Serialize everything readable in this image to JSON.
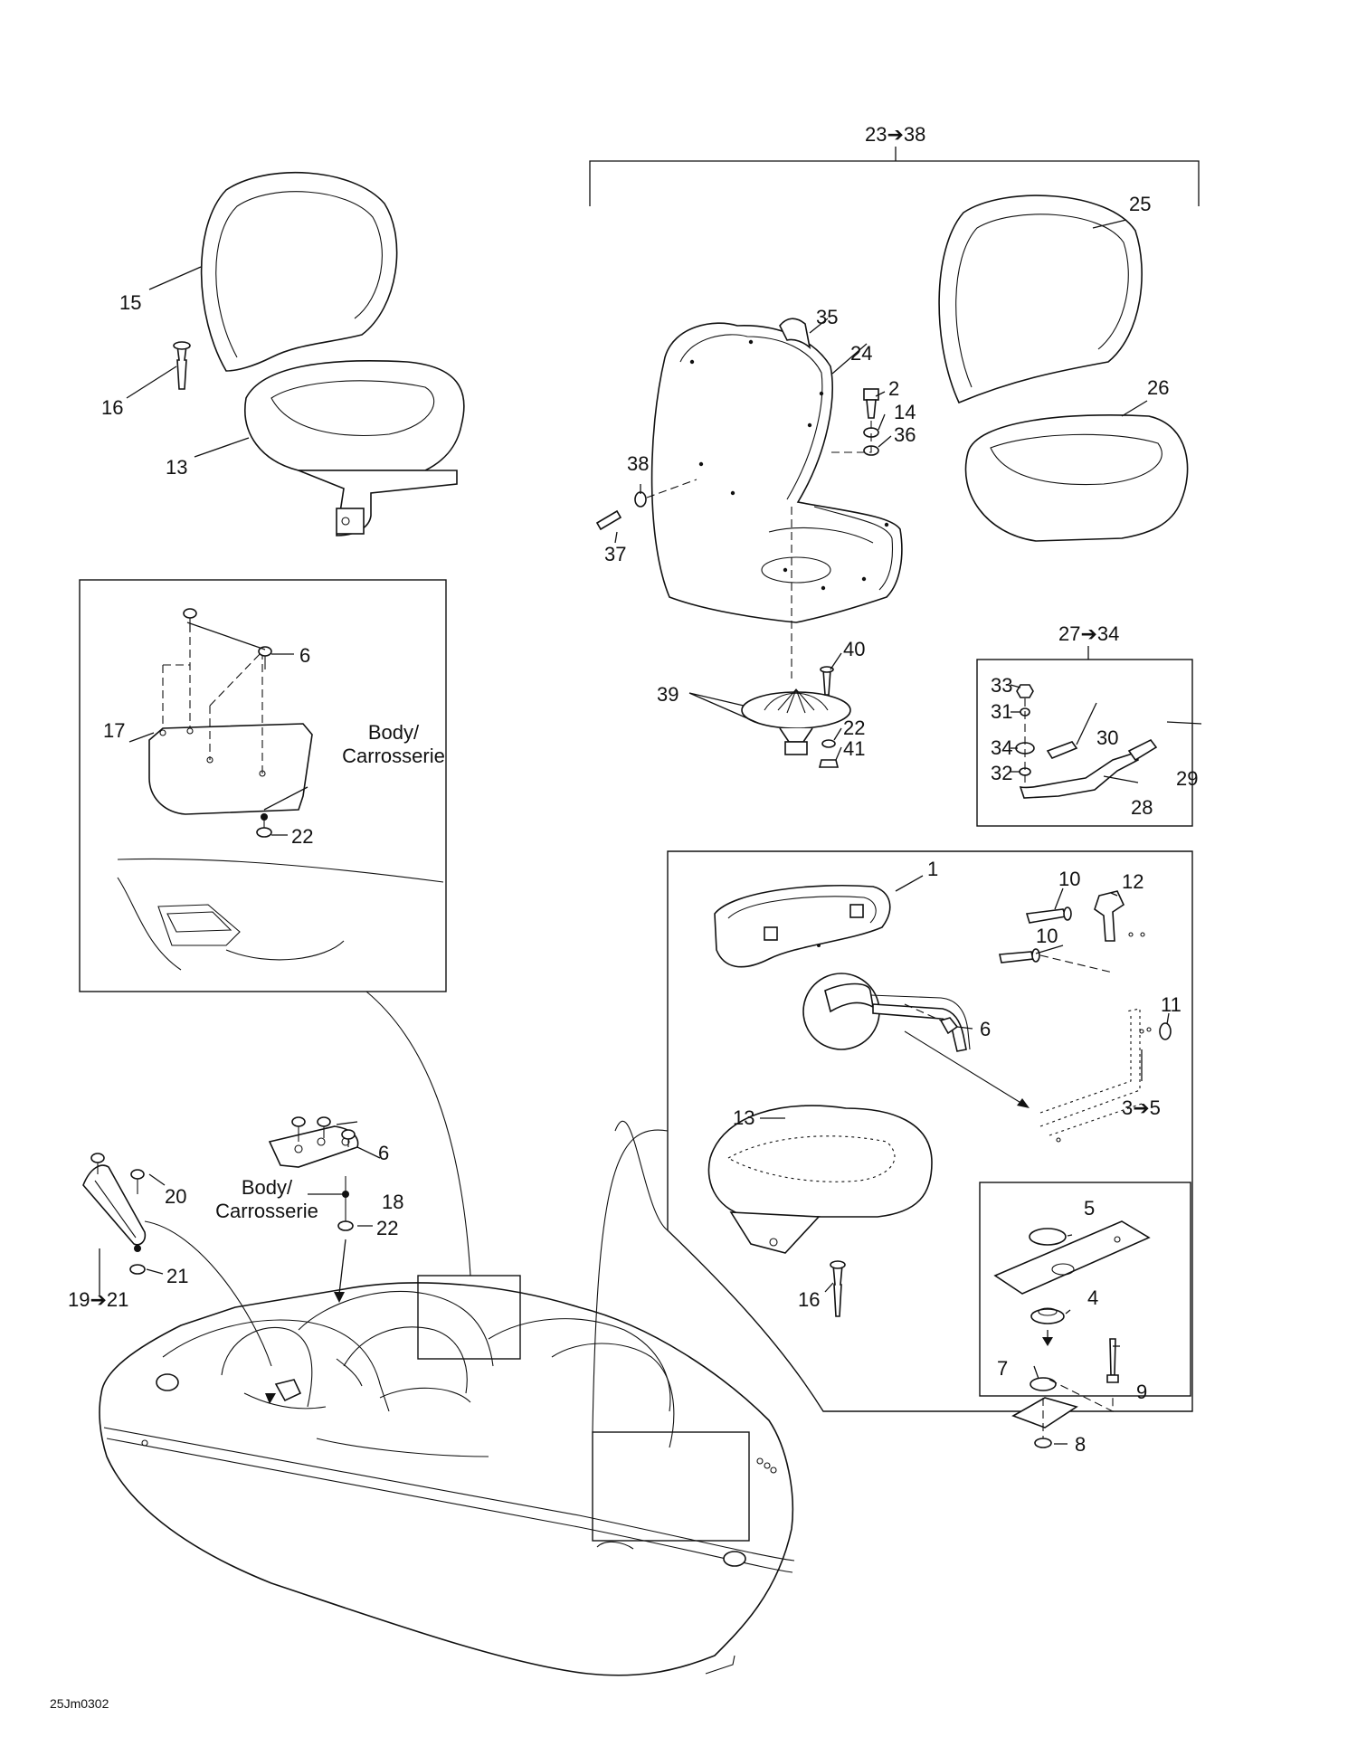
{
  "drawing_code": "25Jm0302",
  "assembly_labels": {
    "seat_kit_23_38": "23➔38",
    "hinge_kit_27_34": "27➔34",
    "bracket_3_5": "3➔5",
    "handle_19_21": "19➔21"
  },
  "body_note": "Body/ Carrosserie",
  "body_note_lines": [
    "Body/",
    "Carrosserie"
  ],
  "callouts": [
    "1",
    "2",
    "4",
    "5",
    "6",
    "7",
    "8",
    "9",
    "10",
    "11",
    "12",
    "13",
    "14",
    "15",
    "16",
    "17",
    "18",
    "20",
    "21",
    "22",
    "24",
    "25",
    "26",
    "28",
    "29",
    "30",
    "31",
    "32",
    "33",
    "34",
    "35",
    "36",
    "37",
    "38",
    "39",
    "40",
    "41"
  ]
}
